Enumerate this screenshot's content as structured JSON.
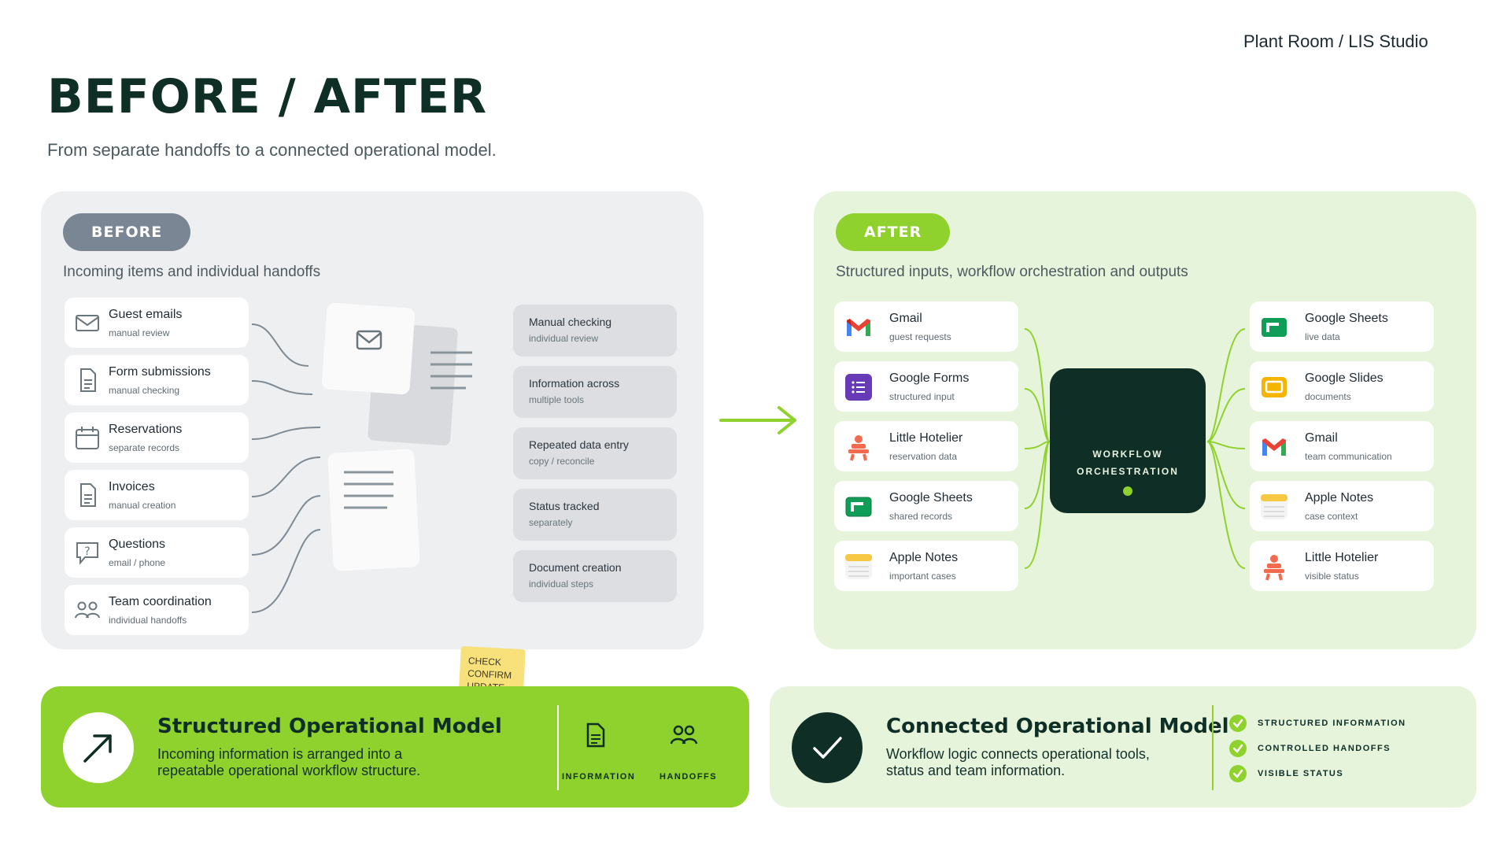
{
  "studio": "Plant Room / LIS Studio",
  "title": "BEFORE / AFTER",
  "subtitle": "From separate handoffs to a connected operational model.",
  "before": {
    "pill": "BEFORE",
    "subtitle": "Incoming items and individual handoffs",
    "items": [
      {
        "title": "Guest emails",
        "sub": "manual review",
        "icon": "mail-icon"
      },
      {
        "title": "Form submissions",
        "sub": "manual checking",
        "icon": "document-icon"
      },
      {
        "title": "Reservations",
        "sub": "separate records",
        "icon": "calendar-icon"
      },
      {
        "title": "Invoices",
        "sub": "manual creation",
        "icon": "document-icon"
      },
      {
        "title": "Questions",
        "sub": "email / phone",
        "icon": "question-icon"
      },
      {
        "title": "Team coordination",
        "sub": "individual handoffs",
        "icon": "people-icon"
      }
    ],
    "sticky": [
      "CHECK",
      "CONFIRM",
      "UPDATE"
    ],
    "tasks": [
      {
        "title": "Manual checking",
        "sub": "individual review"
      },
      {
        "title": "Information across",
        "sub": "multiple tools"
      },
      {
        "title": "Repeated data entry",
        "sub": "copy / reconcile"
      },
      {
        "title": "Status tracked",
        "sub": "separately"
      },
      {
        "title": "Document creation",
        "sub": "individual steps"
      }
    ]
  },
  "after": {
    "pill": "AFTER",
    "subtitle": "Structured inputs, workflow orchestration and outputs",
    "inputs": [
      {
        "title": "Gmail",
        "sub": "guest requests",
        "logo": "gmail-logo"
      },
      {
        "title": "Google Forms",
        "sub": "structured input",
        "logo": "google-forms-logo"
      },
      {
        "title": "Little Hotelier",
        "sub": "reservation data",
        "logo": "little-hotelier-logo"
      },
      {
        "title": "Google Sheets",
        "sub": "shared records",
        "logo": "google-sheets-logo"
      },
      {
        "title": "Apple Notes",
        "sub": "important cases",
        "logo": "apple-notes-logo"
      }
    ],
    "hub": [
      "WORKFLOW",
      "ORCHESTRATION"
    ],
    "outputs": [
      {
        "title": "Google Sheets",
        "sub": "live data",
        "logo": "google-sheets-logo"
      },
      {
        "title": "Google Slides",
        "sub": "documents",
        "logo": "google-slides-logo"
      },
      {
        "title": "Gmail",
        "sub": "team communication",
        "logo": "gmail-logo"
      },
      {
        "title": "Apple Notes",
        "sub": "case context",
        "logo": "apple-notes-logo"
      },
      {
        "title": "Little Hotelier",
        "sub": "visible status",
        "logo": "little-hotelier-logo"
      }
    ]
  },
  "bottom_left": {
    "title": "Structured Operational Model",
    "body": "Incoming information is arranged into a repeatable operational workflow structure.",
    "captions": [
      "INFORMATION",
      "HANDOFFS"
    ]
  },
  "bottom_right": {
    "title": "Connected Operational Model",
    "body": "Workflow logic connects operational tools, status and team information.",
    "checks": [
      "STRUCTURED INFORMATION",
      "CONTROLLED HANDOFFS",
      "VISIBLE STATUS"
    ]
  },
  "colors": {
    "accent": "#8fd12d",
    "dark": "#0f2e25",
    "before_panel": "#eeeff1",
    "after_panel": "#e7f4dc"
  }
}
